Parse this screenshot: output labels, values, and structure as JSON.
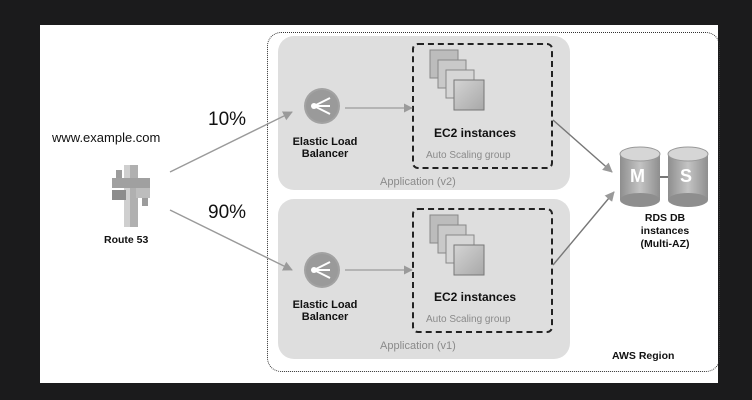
{
  "domain_label": "",
  "route53": {
    "url": "www.example.com",
    "label": "Route 53"
  },
  "weights": {
    "top": "10%",
    "bottom": "90%"
  },
  "application_v2": {
    "name": "Application (v2)",
    "load_balancer": {
      "line1": "Elastic Load",
      "line2": "Balancer"
    },
    "ec2_label": "EC2 instances",
    "asg_label": "Auto Scaling group"
  },
  "application_v1": {
    "name": "Application (v1)",
    "load_balancer": {
      "line1": "Elastic Load",
      "line2": "Balancer"
    },
    "ec2_label": "EC2 instances",
    "asg_label": "Auto Scaling group"
  },
  "rds": {
    "master_letter": "M",
    "standby_letter": "S",
    "line1": "RDS DB",
    "line2": "instances",
    "line3": "(Multi-AZ)"
  },
  "region_label": "AWS Region",
  "colors": {
    "background": "#1b1b1c",
    "canvas": "#ffffff",
    "application_box": "#dedede",
    "icon_gray": "#9a9a9a"
  },
  "icons": [
    "route53-icon",
    "load-balancer-icon",
    "ec2-instances-icon",
    "rds-database-icon"
  ]
}
